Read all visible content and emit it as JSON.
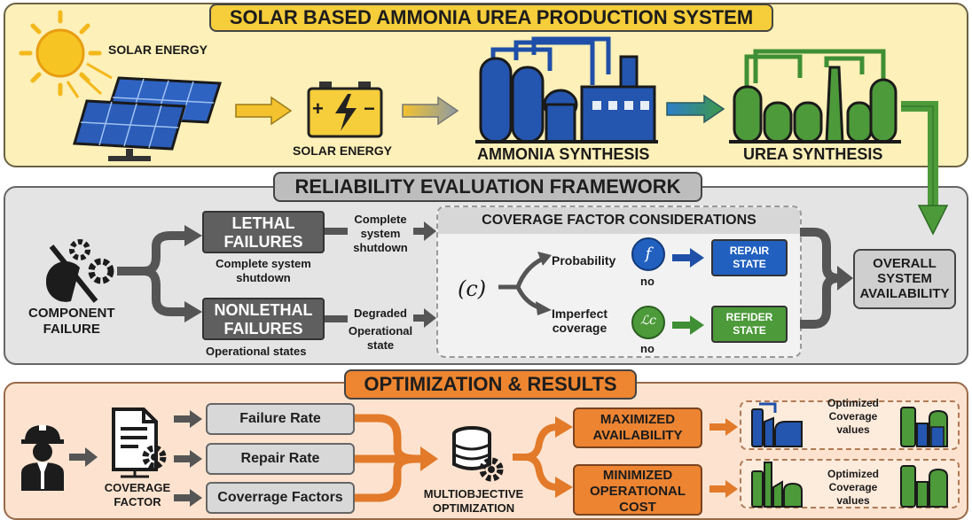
{
  "top": {
    "title": "SOLAR BASED AMMONIA UREA PRODUCTION SYSTEM",
    "solar_energy_label_1": "SOLAR ENERGY",
    "solar_energy_label_2": "SOLAR ENERGY",
    "battery_plus": "+",
    "battery_minus": "−",
    "ammonia_label": "AMMONIA SYNTHESIS",
    "urea_label": "UREA SYNTHESIS"
  },
  "middle": {
    "title": "RELIABILITY EVALUATION FRAMEWORK",
    "component_failure": [
      "COMPONENT",
      "FAILURE"
    ],
    "lethal": [
      "LETHAL",
      "FAILURES"
    ],
    "lethal_desc": [
      "Complete system",
      "shutdown"
    ],
    "lethal_out": [
      "Complete",
      "system",
      "shutdown"
    ],
    "nonlethal": [
      "NONLETHAL",
      "FAILURES"
    ],
    "nonlethal_desc": "Operational states",
    "nonlethal_out": [
      "Degraded",
      "Operational",
      "state"
    ],
    "coverage_title": "COVERAGE FACTOR CONSIDERATIONS",
    "c_symbol": "(c)",
    "probability": "Probability",
    "imperfect": [
      "Imperfect",
      "coverage"
    ],
    "f_symbol": "f",
    "lc_symbol": "ℒc",
    "no_1": "no",
    "no_2": "no",
    "repair_state": [
      "REPAIR",
      "STATE"
    ],
    "refider_state": [
      "REFIDER",
      "STATE"
    ],
    "overall": [
      "OVERALL",
      "SYSTEM",
      "AVAILABILITY"
    ]
  },
  "bottom": {
    "title": "OPTIMIZATION & RESULTS",
    "coverage_factor": [
      "COVERAGE",
      "FACTOR"
    ],
    "failure_rate": "Failure Rate",
    "repair_rate": "Repair Rate",
    "coverage_factors": "Coverrage Factors",
    "multiobjective": [
      "MULTIOBJECTIVE",
      "OPTIMIZATION"
    ],
    "maximized": [
      "MAXIMIZED",
      "AVAILABILITY"
    ],
    "minimized": [
      "MINIMIZED",
      "OPERATIONAL",
      "COST"
    ],
    "optimized_1": [
      "Optimized",
      "Coverage",
      "values"
    ],
    "optimized_2": [
      "Optimized",
      "Coverage",
      "values"
    ]
  },
  "colors": {
    "yellow": "#f6cd3a",
    "blue": "#2456b0",
    "green": "#4d9a3a",
    "orange": "#ec8432",
    "dark_gray": "#5f5f5f"
  }
}
